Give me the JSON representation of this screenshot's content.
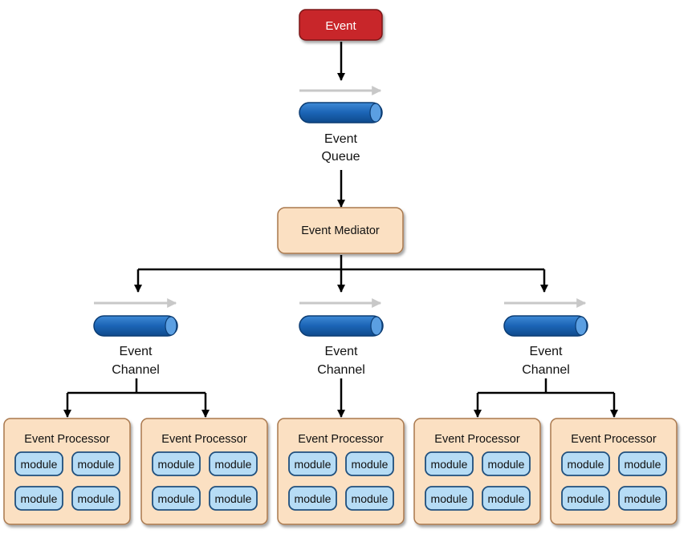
{
  "event": {
    "label": "Event"
  },
  "event_queue": {
    "line1": "Event",
    "line2": "Queue"
  },
  "mediator": {
    "label": "Event Mediator"
  },
  "channels": [
    {
      "line1": "Event",
      "line2": "Channel"
    },
    {
      "line1": "Event",
      "line2": "Channel"
    },
    {
      "line1": "Event",
      "line2": "Channel"
    }
  ],
  "processors": [
    {
      "title": "Event Processor",
      "modules": [
        "module",
        "module",
        "module",
        "module"
      ]
    },
    {
      "title": "Event Processor",
      "modules": [
        "module",
        "module",
        "module",
        "module"
      ]
    },
    {
      "title": "Event Processor",
      "modules": [
        "module",
        "module",
        "module",
        "module"
      ]
    },
    {
      "title": "Event Processor",
      "modules": [
        "module",
        "module",
        "module",
        "module"
      ]
    },
    {
      "title": "Event Processor",
      "modules": [
        "module",
        "module",
        "module",
        "module"
      ]
    }
  ],
  "colors": {
    "event_fill": "#c8262b",
    "mediator_fill": "#fbe0c2",
    "processor_fill": "#fbe0c2",
    "module_fill": "#b6dcf5",
    "pipe_fill": "#1b64b5",
    "flow_arrow": "#c8c8c8",
    "connector": "#000000"
  }
}
